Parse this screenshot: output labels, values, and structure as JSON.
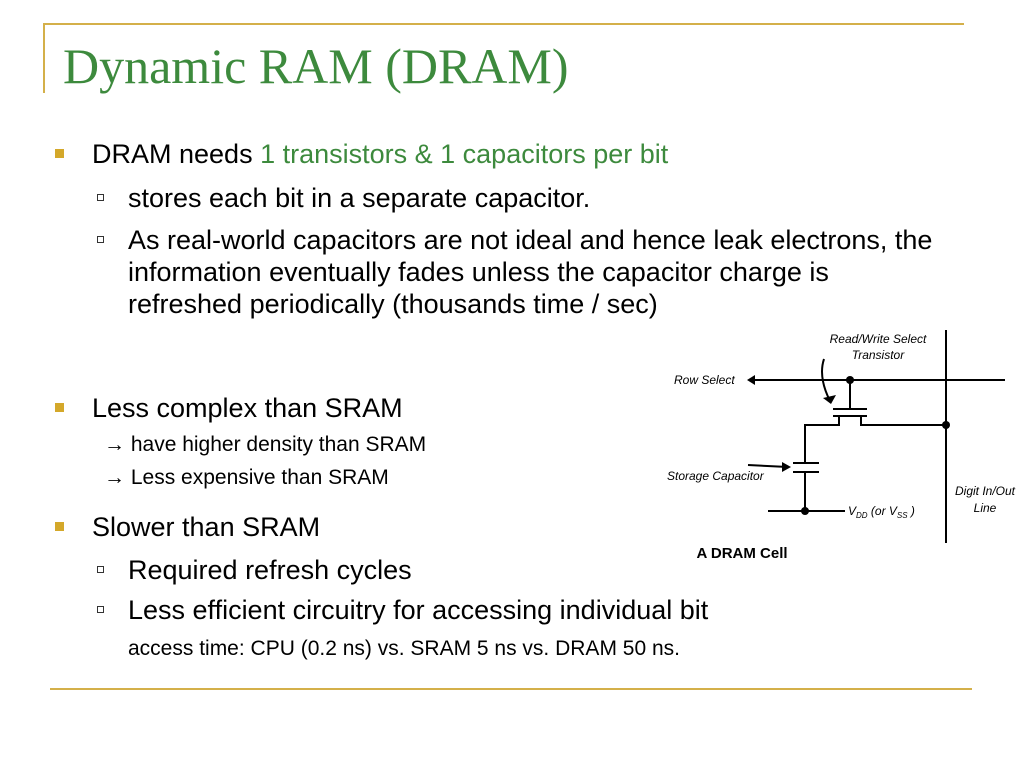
{
  "slide": {
    "title": "Dynamic RAM (DRAM)",
    "bullets": [
      {
        "lead": "DRAM needs ",
        "highlight": "1 transistors & 1 capacitors per bit",
        "subs": [
          "stores each bit in a separate capacitor.",
          "As real-world capacitors are not ideal and hence leak electrons, the information eventually fades unless the capacitor charge is refreshed periodically (thousands time / sec)"
        ]
      },
      {
        "text": "Less complex than SRAM",
        "notes": [
          "→ have higher density than SRAM",
          "→ Less expensive than SRAM"
        ]
      },
      {
        "text": "Slower than SRAM",
        "subs": [
          "Required refresh cycles",
          "Less efficient circuitry for accessing individual bit"
        ],
        "note": "access time: CPU (0.2 ns) vs. SRAM 5 ns vs. DRAM 50 ns."
      }
    ]
  },
  "diagram": {
    "caption": "A DRAM Cell",
    "labels": {
      "rw_select_line1": "Read/Write Select",
      "rw_select_line2": "Transistor",
      "row_select": "Row Select",
      "storage_capacitor": "Storage Capacitor",
      "vdd_v": "V",
      "vdd_sub": "DD",
      "vdd_mid": " (or V",
      "vss_sub": "SS",
      "vdd_end": " )",
      "digit_line1": "Digit In/Out",
      "digit_line2": "Line"
    }
  },
  "colors": {
    "accent_green": "#3d8a3d",
    "frame_gold": "#d4b04a",
    "bullet_gold": "#d4a82a"
  }
}
